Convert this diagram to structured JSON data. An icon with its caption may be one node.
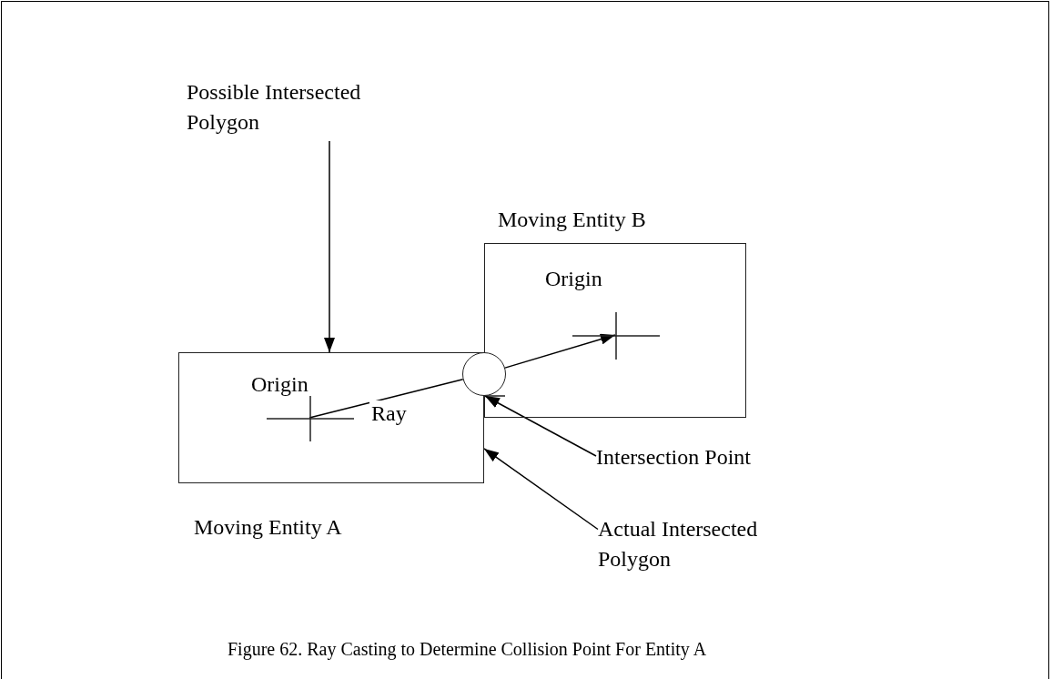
{
  "diagram": {
    "caption": "Figure 62. Ray Casting to Determine Collision Point For Entity A",
    "nodes": [
      {
        "text": [
          "Possible Intersected Polygon"
        ]
      },
      {
        "text": [
          "Moving Entity B"
        ]
      },
      {
        "text": [],
        "shape": "cross",
        "in": 1
      },
      {
        "text": [
          "Moving Entity A"
        ]
      },
      {
        "text": [],
        "shape": "cross",
        "in": 3
      },
      {
        "text": [],
        "shape": "circle"
      },
      {
        "text": [
          "Intersection Point"
        ]
      },
      {
        "text": [
          "Actual Intersected Polygon"
        ]
      }
    ],
    "edges": [
      {
        "from": 0,
        "to": 3,
        "arrow": "to"
      },
      {
        "from": 4,
        "to": 5,
        "arrow": "none",
        "label": "Ray"
      },
      {
        "from": 5,
        "to": 2,
        "arrow": "to"
      },
      {
        "from": 6,
        "to": 5,
        "arrow": "to"
      },
      {
        "from": 7,
        "to": 3,
        "arrow": "to"
      }
    ],
    "labels": [
      "Origin",
      "Origin"
    ]
  }
}
